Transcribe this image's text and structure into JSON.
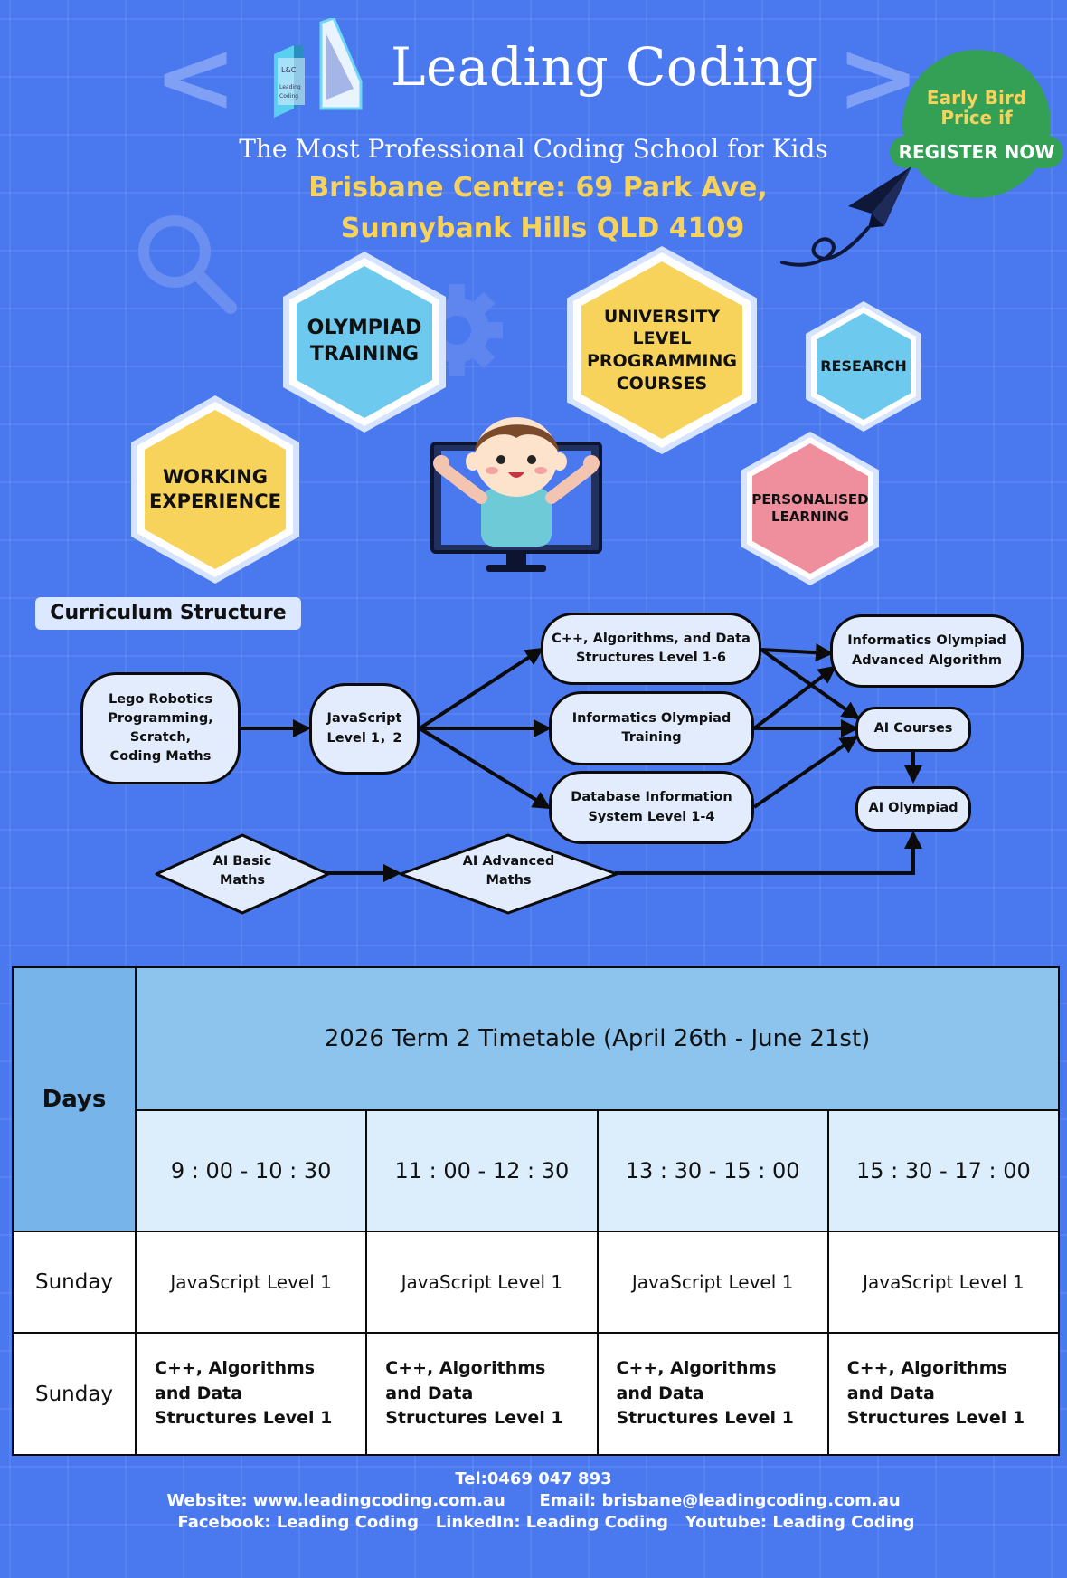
{
  "header": {
    "chevron_left": "<",
    "chevron_right": ">",
    "logo_mark": "L&C",
    "brand": "Leading Coding",
    "tagline": "The Most Professional Coding School for Kids",
    "address_line1": "Brisbane Centre:  69 Park Ave,",
    "address_line2": "Sunnybank Hills QLD 4109"
  },
  "promo": {
    "line1": "Early Bird",
    "line2": "Price if",
    "button": "REGISTER NOW"
  },
  "features": {
    "olympiad": "OLYMPIAD\nTRAINING",
    "university": "UNIVERSITY\nLEVEL\nPROGRAMMING\nCOURSES",
    "research": "RESEARCH",
    "working": "WORKING\nEXPERIENCE",
    "personalised": "PERSONALISED\nLEARNING"
  },
  "curriculum": {
    "title": "Curriculum Structure",
    "lego": "Lego Robotics\nProgramming,\nScratch,\nCoding Maths",
    "javascript": "JavaScript\nLevel 1，2",
    "cpp": "C++, Algorithms, and Data\nStructures Level 1-6",
    "oi_training": "Informatics Olympiad\nTraining",
    "database": "Database Information\nSystem Level 1-4",
    "oi_advanced": "Informatics Olympiad\nAdvanced Algorithm",
    "ai_courses": "AI Courses",
    "ai_olympiad": "AI Olympiad",
    "ai_basic": "AI Basic\nMaths",
    "ai_advanced": "AI Advanced\nMaths"
  },
  "timetable": {
    "days_header": "Days",
    "title": "2026 Term 2 Timetable (April 26th - June 21st)",
    "slots": [
      "9 : 00 - 10 : 30",
      "11 : 00 - 12 : 30",
      "13 : 30 - 15 : 00",
      "15 : 30 - 17 : 00"
    ],
    "rows": [
      {
        "day": "Sunday",
        "cells": [
          "JavaScript Level 1",
          "JavaScript Level 1",
          "JavaScript Level 1",
          "JavaScript Level 1"
        ]
      },
      {
        "day": "Sunday",
        "cells": [
          [
            "C++, Algorithms",
            "and Data",
            "Structures Level 1"
          ],
          [
            "C++, Algorithms",
            "and Data",
            "Structures Level 1"
          ],
          [
            "C++, Algorithms",
            "and Data",
            "Structures Level 1"
          ],
          [
            "C++, Algorithms",
            "and Data",
            "Structures Level 1"
          ]
        ]
      }
    ]
  },
  "footer": {
    "tel": "Tel:0469 047 893",
    "web_email": "Website: www.leadingcoding.com.au      Email: brisbane@leadingcoding.com.au",
    "social": "Facebook: Leading Coding   LinkedIn: Leading Coding   Youtube: Leading Coding"
  },
  "colors": {
    "background": "#4a78ee",
    "accent_yellow": "#f7d35c",
    "hex_blue": "#6ec9ef",
    "hex_yellow": "#f7d35c",
    "hex_pink": "#ef8e9c",
    "promo_green": "#34a055"
  }
}
